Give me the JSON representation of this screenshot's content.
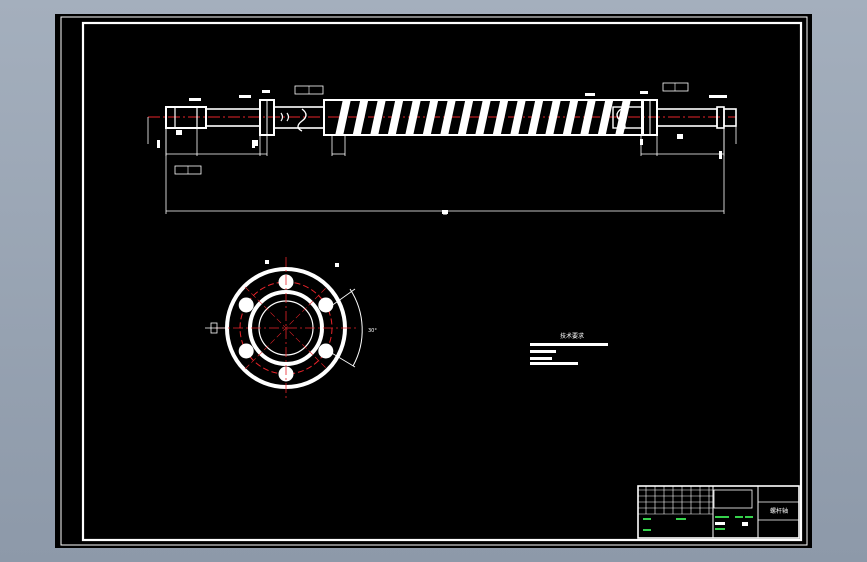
{
  "colors": {
    "background": "#98a4b3",
    "sheet": "#000000",
    "line": "#ffffff",
    "center_line": "#e8232a",
    "dimension": "#ffffff",
    "title_block_text": "#36d24c"
  },
  "drawing": {
    "overall_dimension_label": "■",
    "pitch_angle_label": "30°",
    "notes_heading": "技术要求",
    "notes_lines": [
      "",
      "",
      ""
    ],
    "title_block_name": "螺杆轴"
  }
}
